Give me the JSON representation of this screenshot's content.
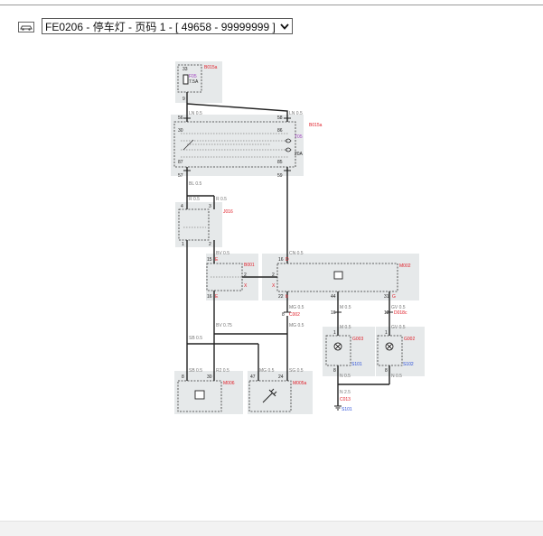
{
  "toolbar": {
    "selector_text": "FE0206 - 停车灯 - 页码 1 - [ 49658 - 99999999 ]"
  },
  "colors": {
    "connector_red": "#e0202a",
    "splice_blue": "#2a4fd8",
    "fuse_purple": "#a040c0",
    "panel_bg": "#e6e9ea"
  },
  "diagram": {
    "b015a_top": {
      "name": "B015a",
      "pin_top": "33",
      "fuse": "F05",
      "amps": "7.5A",
      "pin_bottom": "9"
    },
    "relay": {
      "name": "B015a",
      "part": "T05",
      "amps": "20A",
      "pin_56": "56",
      "pin_58": "58",
      "pin_30": "30",
      "pin_86": "86",
      "pin_87": "87",
      "pin_85": "85",
      "pin_57": "57",
      "pin_59": "59"
    },
    "wires": {
      "ln05_a": "LN 0.5",
      "ln05_b": "LN 0.5",
      "bl05": "BL 0.5",
      "r05_a": "R 0.5",
      "r05_b": "R 0.5",
      "cn05": "CN 0.5",
      "bv05": "BV 0.5",
      "bv075": "BV 0.75",
      "mg05_a": "MG 0.5",
      "mg05_b": "MG 0.5",
      "sb05_a": "SB 0.5",
      "sb05_b": "SB 0.5",
      "r205": "R2 0.5",
      "mg05_c": "MG 0.5",
      "sg05": "SG 0.5",
      "m05_a": "M 0.5",
      "m05_b": "M 0.5",
      "gv05_a": "GV 0.5",
      "gv05_b": "GV 0.5",
      "n05_a": "N 0.5",
      "n05_b": "N 0.5",
      "n25": "N 2.5"
    },
    "j016": {
      "name": "J016",
      "pin_4": "4",
      "pin_3": "3",
      "pin_1": "1",
      "pin_2": "2"
    },
    "b001": {
      "name": "B001",
      "pin_15": "15",
      "pin_15_letter": "E",
      "pin_2a": "2",
      "pin_2b": "2",
      "x1": "X",
      "x2": "X",
      "pin_16": "16",
      "pin_16_letter": "E"
    },
    "m002": {
      "name": "M002",
      "pin_16": "16",
      "pin_16_letter": "D",
      "pin_22": "22",
      "pin_22_letter": "b",
      "pin_44": "44",
      "pin_31": "31",
      "pin_31_letter": "G"
    },
    "c002": {
      "name": "C002",
      "pin": "8"
    },
    "d018c": {
      "pin_16": "16",
      "pin_12": "12",
      "name": "D018c"
    },
    "g003": {
      "name": "G003",
      "pin_top": "1",
      "pin_bottom": "8",
      "splice": "S101"
    },
    "g002": {
      "name": "G002",
      "pin_top": "1",
      "pin_bottom": "8",
      "splice": "S102"
    },
    "m006": {
      "name": "M006",
      "pin_8": "8",
      "pin_30": "30"
    },
    "m005a": {
      "name": "M005a",
      "pin_47": "47",
      "pin_24": "24"
    },
    "c013": {
      "name": "C013"
    },
    "ground": {
      "name": "S101"
    }
  }
}
